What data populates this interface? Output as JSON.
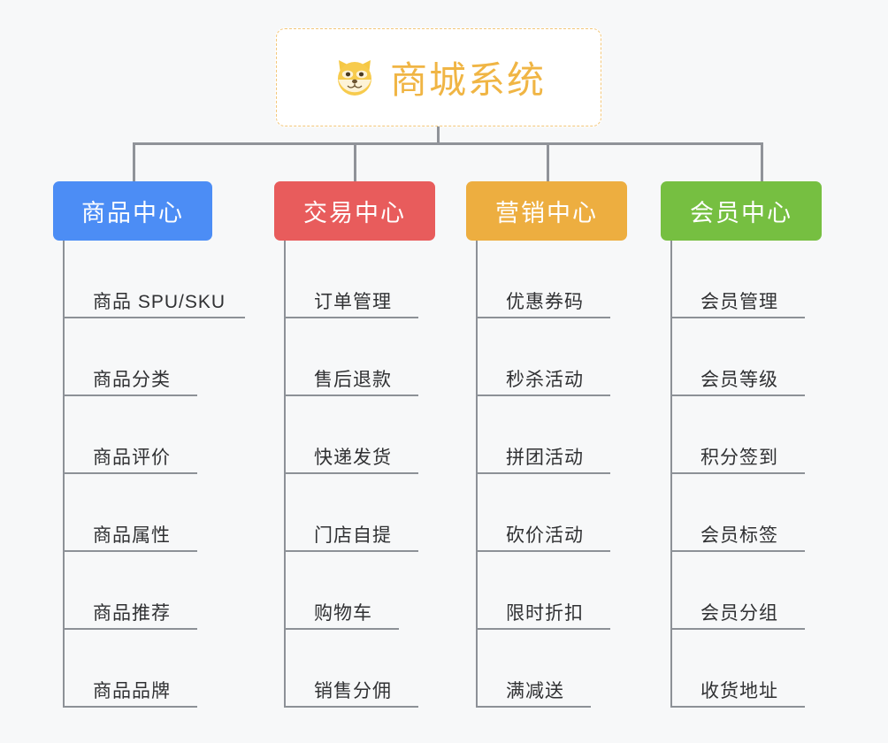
{
  "diagram": {
    "title": "商城系统",
    "root": {
      "label": "商城系统",
      "icon": "dog-face-emoji",
      "text_color": "#f0b544",
      "border_color": "#f3c779",
      "background": "#ffffff"
    },
    "background_color": "#f7f8f9",
    "connector_color": "#909399",
    "leaf_text_color": "#303133",
    "branches": [
      {
        "label": "商品中心",
        "color": "#4c8df5",
        "items": [
          {
            "label": "商品 SPU/SKU",
            "underline_width": 206
          },
          {
            "label": "商品分类",
            "underline_width": 152
          },
          {
            "label": "商品评价",
            "underline_width": 152
          },
          {
            "label": "商品属性",
            "underline_width": 152
          },
          {
            "label": "商品推荐",
            "underline_width": 152
          },
          {
            "label": "商品品牌",
            "underline_width": 152
          }
        ]
      },
      {
        "label": "交易中心",
        "color": "#e85c5c",
        "items": [
          {
            "label": "订单管理",
            "underline_width": 152
          },
          {
            "label": "售后退款",
            "underline_width": 152
          },
          {
            "label": "快递发货",
            "underline_width": 152
          },
          {
            "label": "门店自提",
            "underline_width": 152
          },
          {
            "label": "购物车",
            "underline_width": 130
          },
          {
            "label": "销售分佣",
            "underline_width": 152
          }
        ]
      },
      {
        "label": "营销中心",
        "color": "#edae40",
        "items": [
          {
            "label": "优惠券码",
            "underline_width": 152
          },
          {
            "label": "秒杀活动",
            "underline_width": 152
          },
          {
            "label": "拼团活动",
            "underline_width": 152
          },
          {
            "label": "砍价活动",
            "underline_width": 152
          },
          {
            "label": "限时折扣",
            "underline_width": 152
          },
          {
            "label": "满减送",
            "underline_width": 130
          }
        ]
      },
      {
        "label": "会员中心",
        "color": "#76bf41",
        "items": [
          {
            "label": "会员管理",
            "underline_width": 152
          },
          {
            "label": "会员等级",
            "underline_width": 152
          },
          {
            "label": "积分签到",
            "underline_width": 152
          },
          {
            "label": "会员标签",
            "underline_width": 152
          },
          {
            "label": "会员分组",
            "underline_width": 152
          },
          {
            "label": "收货地址",
            "underline_width": 152
          }
        ]
      }
    ]
  }
}
